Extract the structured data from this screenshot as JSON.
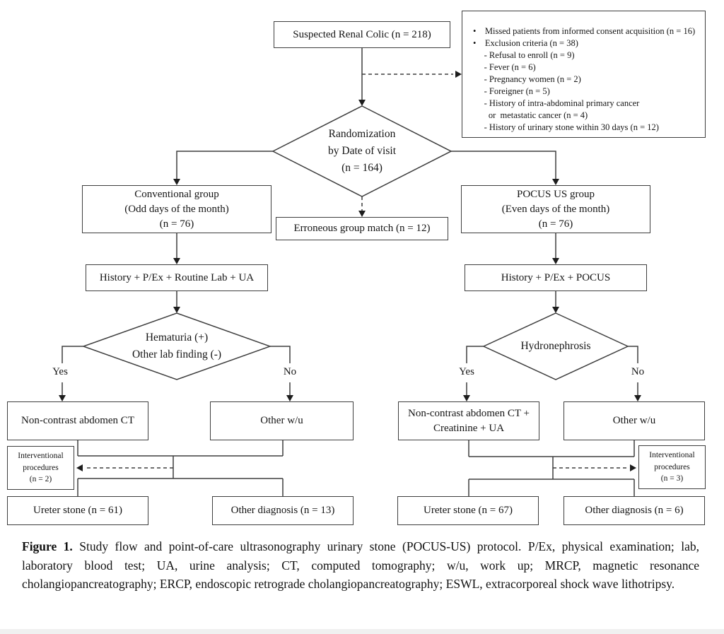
{
  "figure": {
    "boxes": {
      "suspected": "Suspected Renal Colic (n = 218)",
      "randomization": "Randomization\nby Date of visit\n(n = 164)",
      "conventional": "Conventional group\n(Odd days of the month)\n(n = 76)",
      "pocus": "POCUS US group\n(Even days of the month)\n(n = 76)",
      "erroneous": "Erroneous group match (n = 12)",
      "history_conventional": "History + P/Ex + Routine Lab + UA",
      "history_pocus": "History + P/Ex + POCUS",
      "hematuria": "Hematuria (+)\nOther lab finding (-)",
      "hydronephrosis": "Hydronephrosis",
      "ct_left": "Non-contrast abdomen CT",
      "wu_left": "Other w/u",
      "ct_right": "Non-contrast abdomen CT +\nCreatinine + UA",
      "wu_right": "Other w/u",
      "interventional_left": "Interventional\nprocedures\n(n = 2)",
      "interventional_right": "Interventional\nprocedures\n(n = 3)",
      "ureter_left": "Ureter stone (n = 61)",
      "diagnosis_left": "Other diagnosis (n = 13)",
      "ureter_right": "Ureter stone (n = 67)",
      "diagnosis_right": "Other diagnosis (n = 6)"
    },
    "exclusion": {
      "lines": [
        "•    Missed patients from informed consent acquisition (n = 16)",
        "•    Exclusion criteria (n = 38)",
        "     - Refusal to enroll (n = 9)",
        "     - Fever (n = 6)",
        "     - Pregnancy women (n = 2)",
        "     - Foreigner (n = 5)",
        "     - History of intra-abdominal primary cancer",
        "       or  metastatic cancer (n = 4)",
        "     - History of urinary stone within 30 days (n = 12)"
      ]
    },
    "branch_labels": {
      "yes_left": "Yes",
      "no_left": "No",
      "yes_right": "Yes",
      "no_right": "No"
    },
    "caption": {
      "label": "Figure 1.",
      "text": "Study flow and point-of-care ultrasonography urinary stone (POCUS-US) protocol. P/Ex, physical examination; lab, laboratory blood test; UA, urine analysis; CT, computed tomography; w/u, work up; MRCP, magnetic resonance cholangiopancreatography; ERCP, endoscopic retrograde cholangiopancreatography; ESWL, extracorporeal shock wave lithotripsy."
    },
    "colors": {
      "line": "#3e3e3e",
      "arrowhead": "#1d1d1d",
      "background": "#ffffff",
      "footer_strip": "#f0f0f0"
    }
  }
}
